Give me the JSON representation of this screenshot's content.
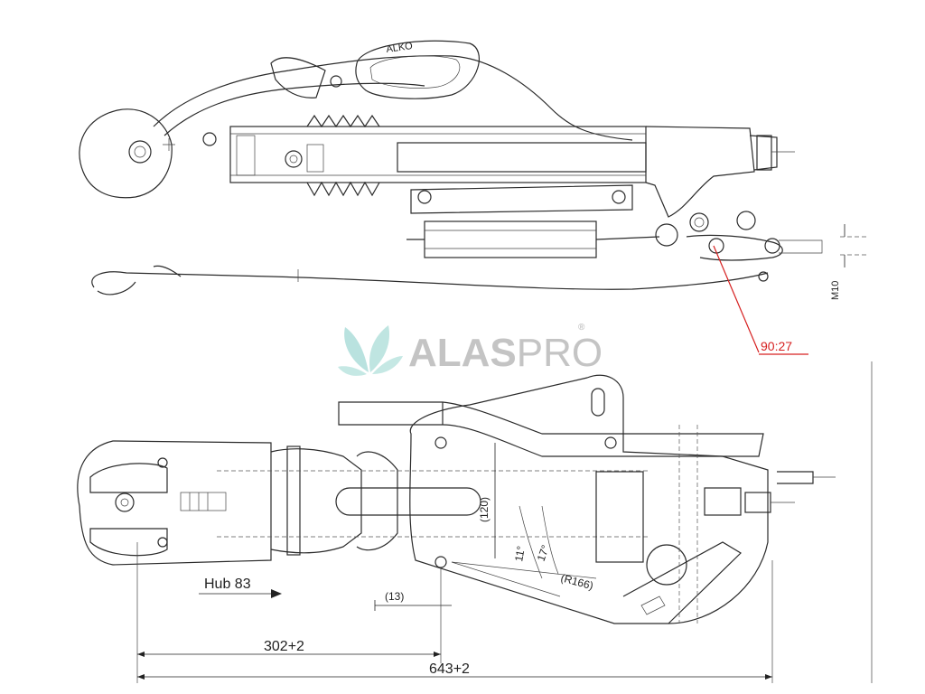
{
  "drawing": {
    "brand_mark": "ALKO",
    "thread_label": "M10",
    "callout_label": "90:27",
    "dimensions": {
      "stroke": "Hub 83",
      "short_length": "302+2",
      "total_length": "643+2",
      "offset_13": "(13)",
      "height_120": "(120)",
      "angle_11": "11°",
      "angle_17": "17°",
      "radius": "(R166)"
    }
  },
  "watermark": {
    "name_part1": "ALAS",
    "name_part2": "PRO",
    "registered": "®"
  },
  "colors": {
    "callout": "#d62020",
    "watermark_leaf": "#7fcbc4",
    "watermark_text": "#c4c4c4",
    "line": "#2b2b2b"
  }
}
